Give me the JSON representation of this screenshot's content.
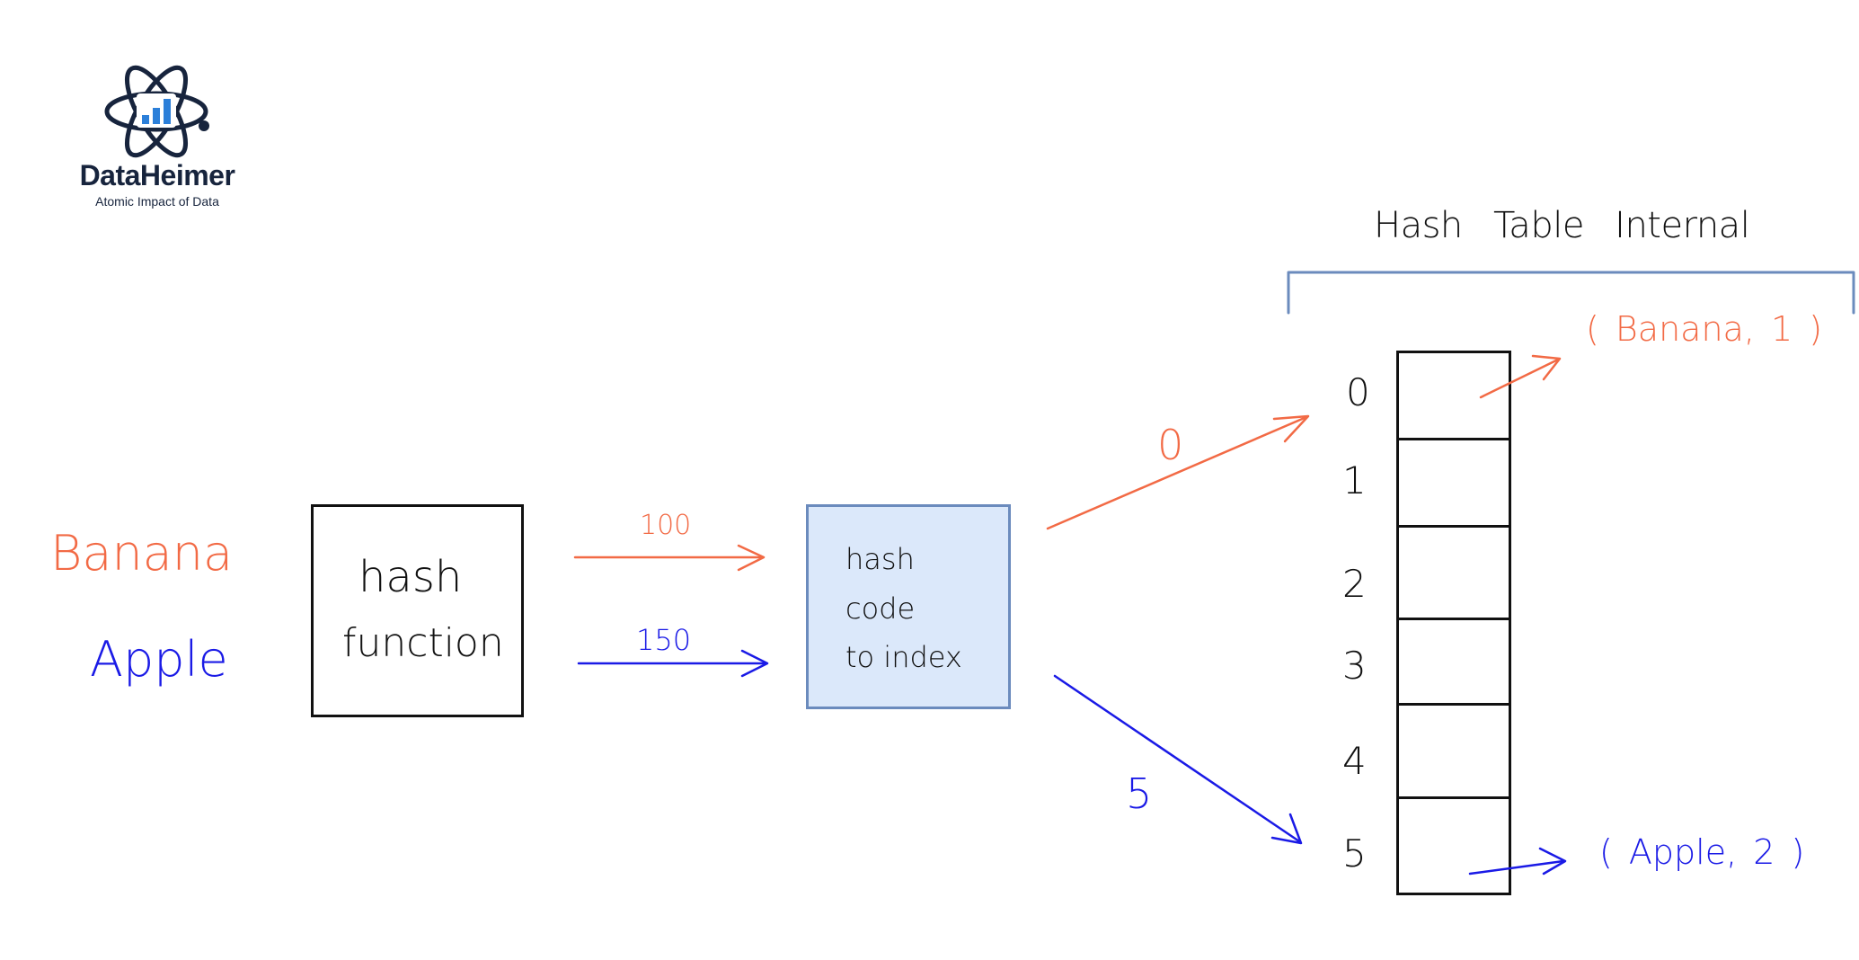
{
  "brand": {
    "name": "DataHeimer",
    "tagline": "Atomic Impact of Data"
  },
  "keys": {
    "banana": "Banana",
    "apple": "Apple"
  },
  "hash_function": {
    "line1": "hash",
    "line2": "function"
  },
  "hash_codes": {
    "banana": "100",
    "apple": "150"
  },
  "code_to_index": {
    "line1": "hash",
    "line2": "code",
    "line3": "to index"
  },
  "indices_result": {
    "banana": "0",
    "apple": "5"
  },
  "table": {
    "title": "Hash Table Internal",
    "indices": [
      "0",
      "1",
      "2",
      "3",
      "4",
      "5"
    ]
  },
  "entries": {
    "banana": "( Banana, 1 )",
    "apple": "( Apple, 2 )"
  },
  "colors": {
    "banana": "#f26a45",
    "apple": "#1a1ae6",
    "ink": "#111111",
    "code_box_fill": "#dbe8fa",
    "code_box_border": "#6b8bbd",
    "bracket": "#6b8bbd",
    "brand": "#17243d",
    "logo_accent": "#2b7fd9"
  },
  "icons": {
    "logo": "atom-chart-icon"
  }
}
